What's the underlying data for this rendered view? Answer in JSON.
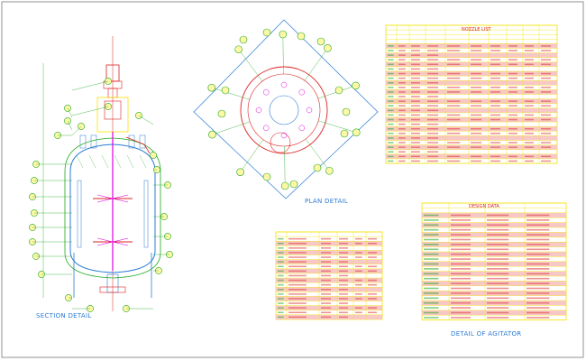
{
  "labels": {
    "section_detail": "SECTION DETAIL",
    "plan_detail": "PLAN DETAIL",
    "nozzle_list": "NOZZLE LIST",
    "design_data": "DESIGN DATA",
    "detail_of_agitator": "DETAIL OF AGITATOR"
  },
  "colors": {
    "frame": "#666666",
    "line_green": "#1fa81f",
    "line_blue": "#2a7bd5",
    "line_red": "#dd2222",
    "line_magenta": "#e000e0",
    "highlight_yellow": "#ffe000",
    "table_border": "#f2e200",
    "table_row_pink": "#f8c8c8",
    "bubble_fill": "#fff7a8",
    "bubble_stroke": "#1fa81f"
  }
}
